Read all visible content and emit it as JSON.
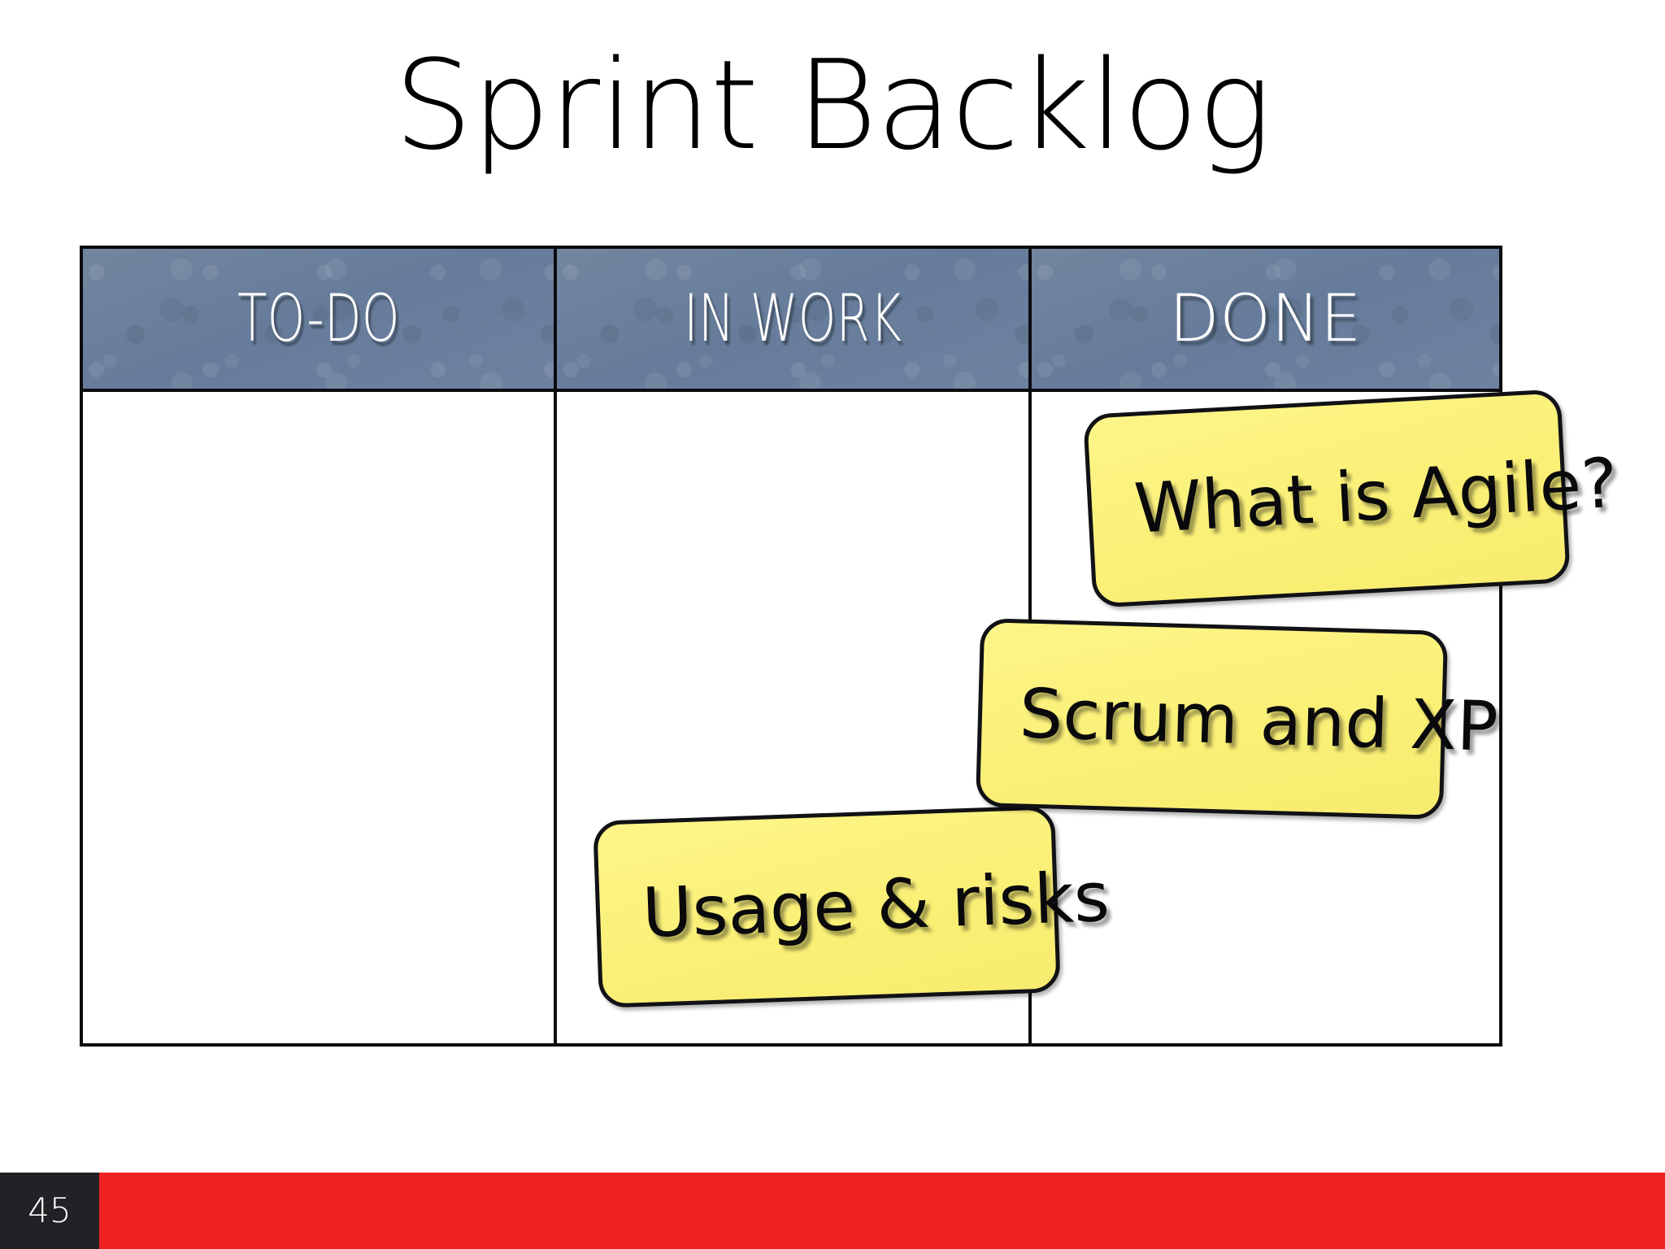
{
  "slide": {
    "title": "Sprint Backlog",
    "page_number": "45",
    "background_color": "#ffffff"
  },
  "board": {
    "columns": [
      {
        "key": "todo",
        "label": "TO-DO",
        "style": "condensed"
      },
      {
        "key": "inwork",
        "label": "IN WORK",
        "style": "condensed"
      },
      {
        "key": "done",
        "label": "DONE",
        "style": "normal"
      }
    ],
    "header_bg_color": "#6b7f9c",
    "header_text_color": "#ffffff",
    "border_color": "#0b0b10"
  },
  "sticky_notes": [
    {
      "id": "note-0",
      "text": "What is Agile?",
      "column": "DONE",
      "fill_color": "#faf176",
      "border_color": "#111116",
      "rotation_deg": -3.1
    },
    {
      "id": "note-1",
      "text": "Scrum and XP",
      "column": "DONE",
      "fill_color": "#faf176",
      "border_color": "#111116",
      "rotation_deg": 1.6
    },
    {
      "id": "note-2",
      "text": "Usage & risks",
      "column": "IN WORK",
      "fill_color": "#faf176",
      "border_color": "#111116",
      "rotation_deg": -2.0
    }
  ],
  "footer": {
    "bar_color": "#ee2321",
    "pagebox_color": "#222226",
    "page_text_color": "#ffffff"
  }
}
